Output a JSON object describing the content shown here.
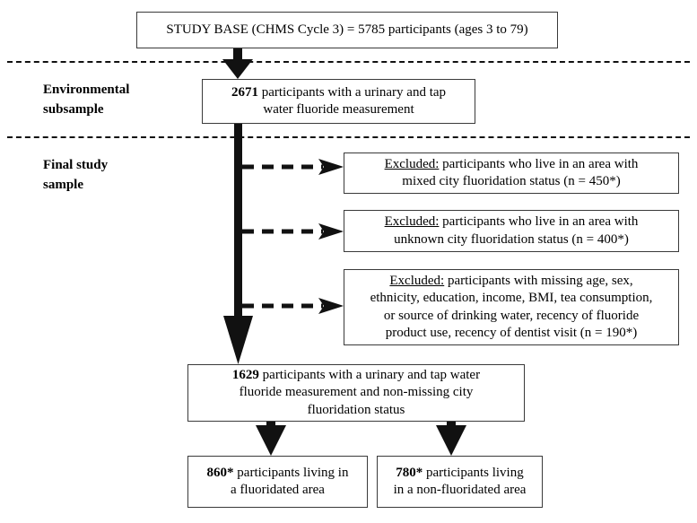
{
  "figure": {
    "type": "participant-flow-diagram",
    "background": "#ffffff",
    "line_color": "#111111",
    "box_border_color": "#3a3a3a"
  },
  "stage_labels": [
    {
      "id": "environmental-subsample",
      "text": "Environmental\nsubsample"
    },
    {
      "id": "final-study-sample",
      "text": "Final study\nsample"
    }
  ],
  "boxes": {
    "study_base": {
      "lines": [
        {
          "plain": "STUDY BASE (CHMS Cycle 3) = 5785 participants (ages 3 to 79)"
        }
      ]
    },
    "subsample": {
      "lines": [
        {
          "bold": "2671",
          "plain": " participants with a urinary and tap"
        },
        {
          "plain": "water fluoride measurement"
        }
      ]
    },
    "excluded_mixed": {
      "lines": [
        {
          "underline": "Excluded:",
          "plain": " participants who live in an area with"
        },
        {
          "plain": "mixed city fluoridation status (n = 450*)"
        }
      ]
    },
    "excluded_unknown": {
      "lines": [
        {
          "underline": "Excluded:",
          "plain": " participants who live in an area with"
        },
        {
          "plain": "unknown city fluoridation status (n = 400*)"
        }
      ]
    },
    "excluded_missing": {
      "lines": [
        {
          "underline": "Excluded:",
          "plain": " participants with missing age, sex,"
        },
        {
          "plain": "ethnicity, education, income, BMI, tea consumption,"
        },
        {
          "plain": "or source of drinking water, recency of fluoride"
        },
        {
          "plain": "product use, recency of dentist visit (n = 190*)"
        }
      ]
    },
    "final_sample": {
      "lines": [
        {
          "bold": "1629",
          "plain": " participants with a urinary and tap water"
        },
        {
          "plain": "fluoride measurement and non-missing city"
        },
        {
          "plain": "fluoridation status"
        }
      ]
    },
    "fluoridated": {
      "lines": [
        {
          "bold": "860*",
          "plain": " participants living in"
        },
        {
          "plain": "a fluoridated area"
        }
      ]
    },
    "non_fluoridated": {
      "lines": [
        {
          "bold": "780*",
          "plain": " participants living"
        },
        {
          "plain": "in a non-fluoridated area"
        }
      ]
    }
  },
  "connectors": [
    {
      "id": "study-base-to-subsample",
      "style": "solid-thick-arrow"
    },
    {
      "id": "subsample-trunk",
      "style": "solid-thick-line"
    },
    {
      "id": "trunk-to-excluded-mixed",
      "style": "dashed-arrow"
    },
    {
      "id": "trunk-to-excluded-unknown",
      "style": "dashed-arrow"
    },
    {
      "id": "trunk-to-excluded-missing",
      "style": "dashed-arrow"
    },
    {
      "id": "trunk-to-final-sample",
      "style": "solid-thick-arrow"
    },
    {
      "id": "final-to-fluoridated",
      "style": "solid-thick-arrow"
    },
    {
      "id": "final-to-non-fluoridated",
      "style": "solid-thick-arrow"
    }
  ]
}
